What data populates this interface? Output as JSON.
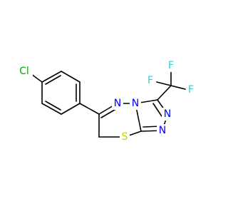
{
  "molecule": {
    "atoms": {
      "cl": {
        "label": "Cl",
        "color": "#00aa00"
      },
      "f1": {
        "label": "F",
        "color": "#33cccc"
      },
      "f2": {
        "label": "F",
        "color": "#33cccc"
      },
      "f3": {
        "label": "F",
        "color": "#33cccc"
      },
      "n1": {
        "label": "N",
        "color": "#0000ff"
      },
      "n2": {
        "label": "N",
        "color": "#0000ff"
      },
      "n3": {
        "label": "N",
        "color": "#0000ff"
      },
      "n4": {
        "label": "N",
        "color": "#0000ff"
      },
      "s": {
        "label": "S",
        "color": "#cccc00"
      }
    }
  }
}
